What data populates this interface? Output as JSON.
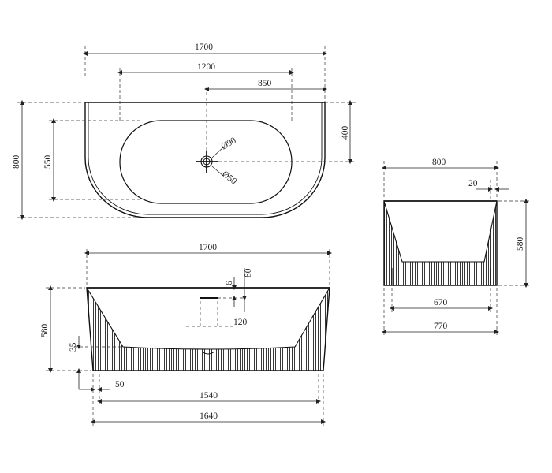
{
  "top_view": {
    "overall_length": "1700",
    "inner_length": "1200",
    "drain_offset": "850",
    "overall_width": "800",
    "inner_width": "550",
    "drain_from_wall": "400",
    "overflow_dia": "Ø90",
    "drain_dia": "Ø50"
  },
  "front_view": {
    "top_length": "1700",
    "height": "580",
    "drain_top": "80",
    "drain_rim": "6",
    "drain_spout": "120",
    "base_height": "35",
    "base_inset": "50",
    "bottom_inner": "1540",
    "bottom_length": "1640"
  },
  "side_view": {
    "top_width": "800",
    "rim_offset": "20",
    "height": "580",
    "bottom_inner": "670",
    "bottom_width": "770"
  }
}
